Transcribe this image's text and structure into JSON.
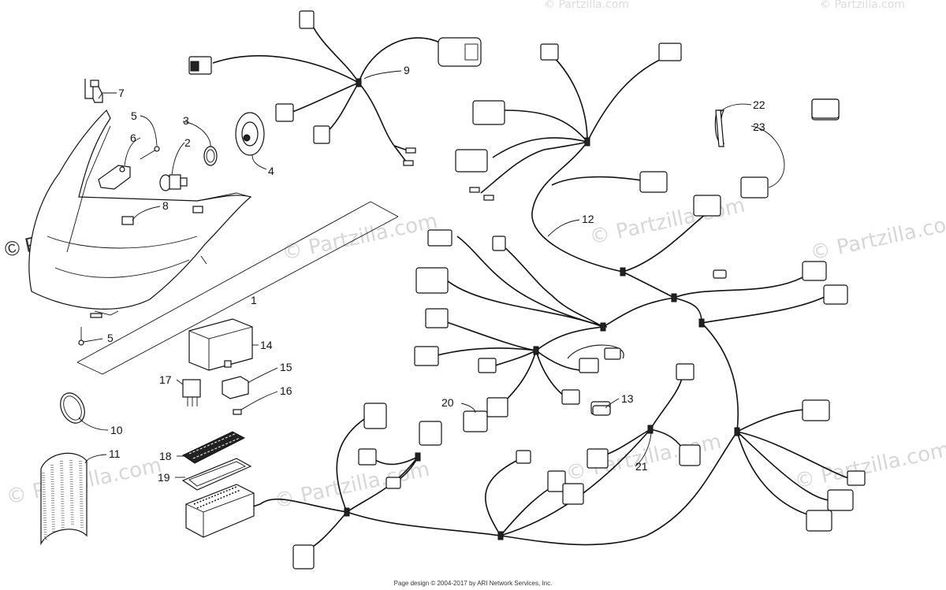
{
  "watermark": {
    "text": "Partzilla.com",
    "main": "© Partzilla.com"
  },
  "callouts": {
    "c1": "1",
    "c2": "2",
    "c3": "3",
    "c4": "4",
    "c5a": "5",
    "c5b": "5",
    "c6": "6",
    "c7": "7",
    "c8": "8",
    "c9": "9",
    "c10": "10",
    "c11": "11",
    "c12": "12",
    "c13": "13",
    "c14": "14",
    "c15": "15",
    "c16": "16",
    "c17": "17",
    "c18": "18",
    "c19": "19",
    "c20": "20",
    "c21": "21",
    "c22": "22",
    "c23": "23"
  },
  "footer": {
    "text": "Page design © 2004-2017 by ARI Network Services, Inc."
  }
}
